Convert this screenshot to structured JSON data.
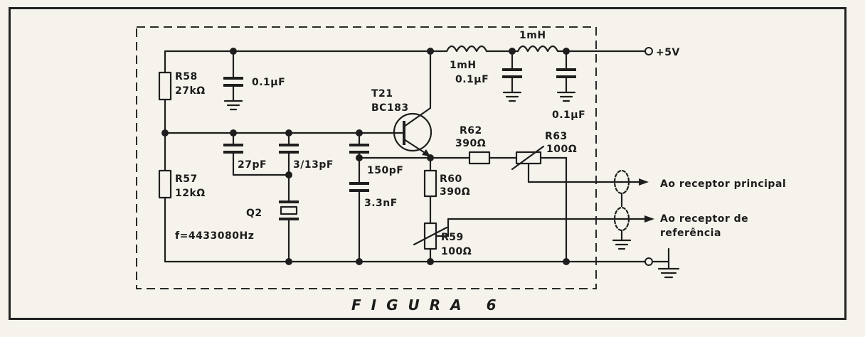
{
  "figure": {
    "caption": "FIGURA 6"
  },
  "labels": {
    "r58_name": "R58",
    "r58_value": "27kΩ",
    "r57_name": "R57",
    "r57_value": "12kΩ",
    "c1_value": "0.1μF",
    "c_27pf": "27pF",
    "c_trim": "3/13pF",
    "c_150pf": "150pF",
    "c_33nf": "3.3nF",
    "t21_name": "T21",
    "t21_type": "BC183",
    "l1_value": "1mH",
    "l2_value": "1mH",
    "c2_value": "0.1μF",
    "c3_value": "0.1μF",
    "r62_name": "R62",
    "r62_value": "390Ω",
    "r63_name": "R63",
    "r63_value": "100Ω",
    "r60_name": "R60",
    "r60_value": "390Ω",
    "r59_name": "R59",
    "r59_value": "100Ω",
    "q2_name": "Q2",
    "freq": "f=4433080Hz",
    "vcc": "+5V",
    "out_principal": "Ao receptor principal",
    "out_ref_line1": "Ao receptor de",
    "out_ref_line2": "referência"
  }
}
